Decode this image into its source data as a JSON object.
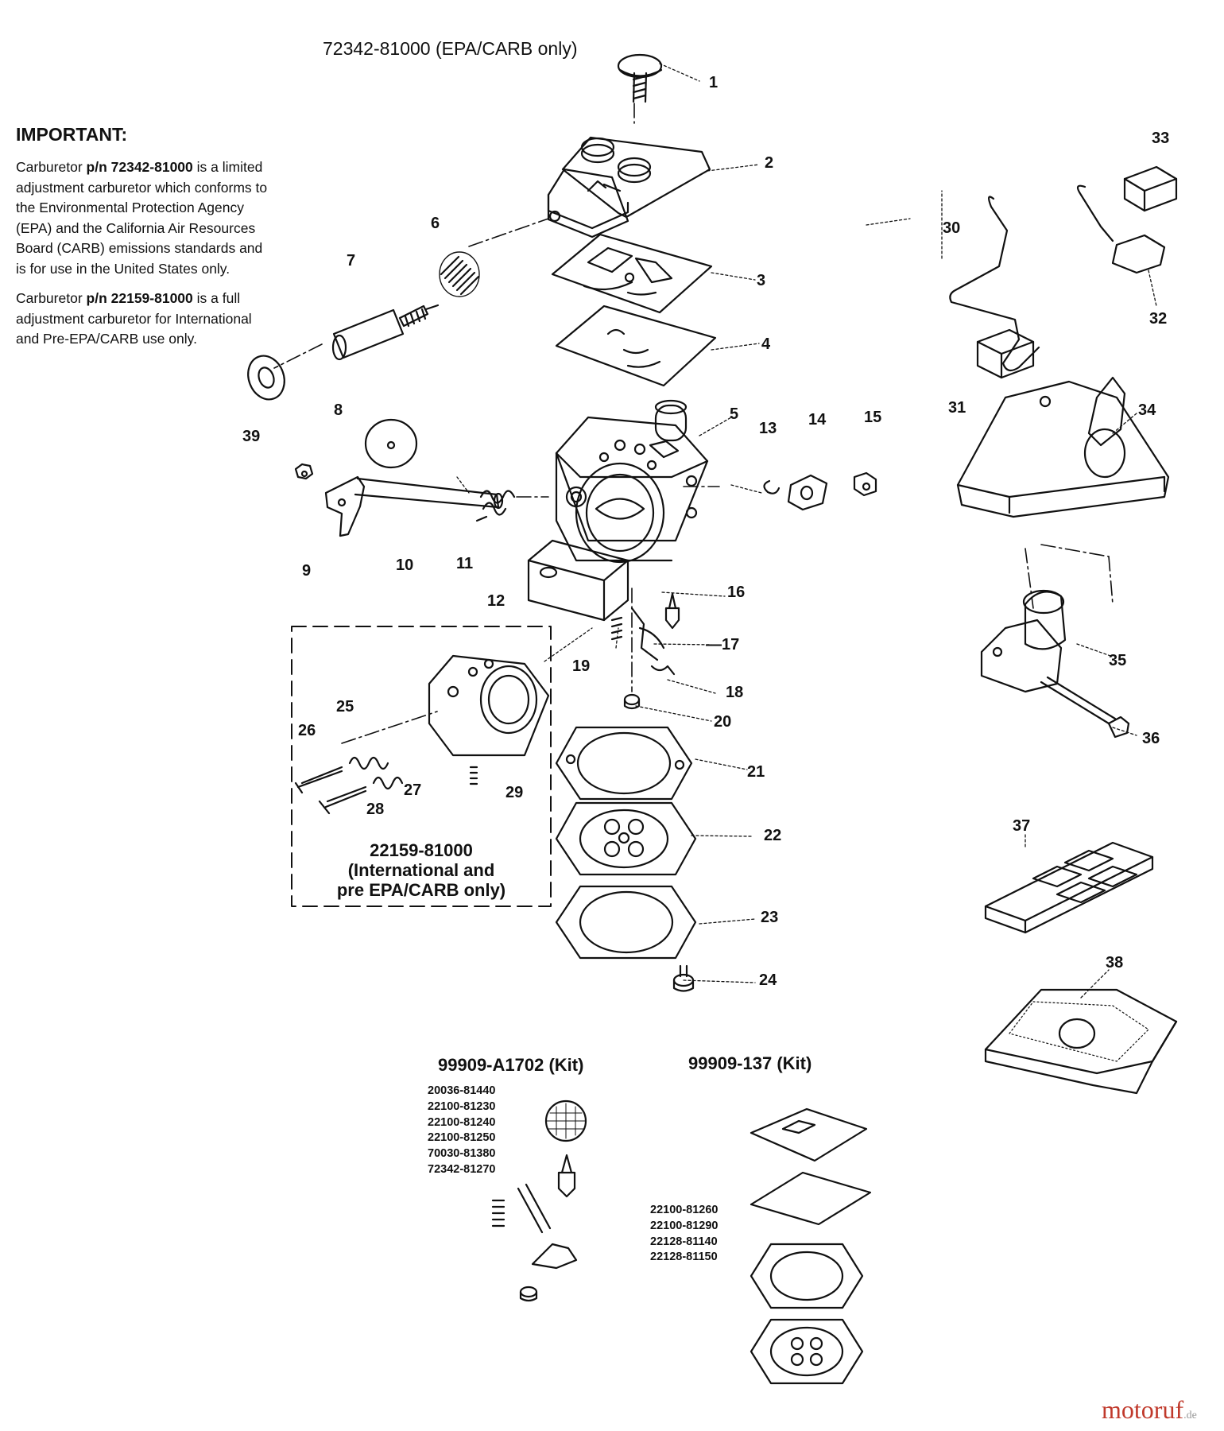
{
  "diagram": {
    "main_caption": "72342-81000 (EPA/CARB  only)",
    "important": {
      "heading": "IMPORTANT:",
      "p1_a": "Carburetor ",
      "p1_b": "p/n 72342-81000",
      "p1_c": " is a limited adjustment carburetor which conforms to the Environmental Protection Agency (EPA) and the California Air Resources Board (CARB) emissions standards and is for use in the United States only.",
      "p2_a": "Carburetor ",
      "p2_b": "p/n 22159-81000",
      "p2_c": " is a full adjustment carburetor for International and Pre-EPA/CARB use only."
    },
    "inset": {
      "line1": "22159-81000",
      "line2": "(International and",
      "line3": "pre EPA/CARB only)"
    },
    "kit1": {
      "title": "99909-A1702 (Kit)",
      "parts": [
        "20036-81440",
        "22100-81230",
        "22100-81240",
        "22100-81250",
        "70030-81380",
        "72342-81270"
      ]
    },
    "kit2": {
      "title": "99909-137 (Kit)",
      "parts": [
        "22100-81260",
        "22100-81290",
        "22128-81140",
        "22128-81150"
      ]
    },
    "callouts": [
      "1",
      "2",
      "3",
      "4",
      "5",
      "6",
      "7",
      "8",
      "9",
      "10",
      "11",
      "12",
      "13",
      "14",
      "15",
      "16",
      "17",
      "18",
      "19",
      "20",
      "21",
      "22",
      "23",
      "24",
      "25",
      "26",
      "27",
      "28",
      "29",
      "30",
      "31",
      "32",
      "33",
      "34",
      "35",
      "36",
      "37",
      "38",
      "39"
    ],
    "brand": "motoruf",
    "brand_suffix": ".de"
  }
}
